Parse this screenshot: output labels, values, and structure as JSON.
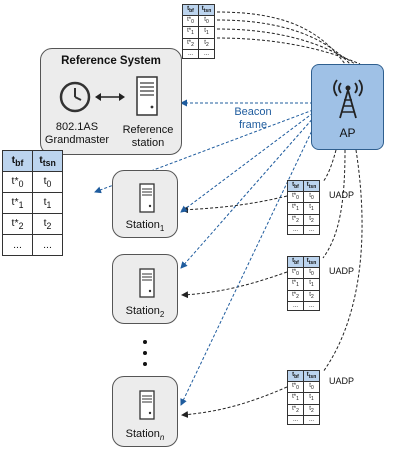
{
  "reference_system": {
    "title": "Reference System",
    "grandmaster_label": "802.1AS Grandmaster",
    "station_label": "Reference station"
  },
  "ap": {
    "label": "AP"
  },
  "beacon_label": "Beacon frame",
  "uadp_label": "UADP",
  "stations": [
    {
      "name": "Station",
      "sub": "1"
    },
    {
      "name": "Station",
      "sub": "2"
    },
    {
      "name": "Station",
      "sub": "n"
    }
  ],
  "table": {
    "headers": [
      {
        "base": "t",
        "sub": "bf"
      },
      {
        "base": "t",
        "sub": "tsn"
      }
    ],
    "rows": [
      [
        {
          "base": "t*",
          "sub": "0"
        },
        {
          "base": "t",
          "sub": "0"
        }
      ],
      [
        {
          "base": "t*",
          "sub": "1"
        },
        {
          "base": "t",
          "sub": "1"
        }
      ],
      [
        {
          "base": "t*",
          "sub": "2"
        },
        {
          "base": "t",
          "sub": "2"
        }
      ],
      [
        {
          "base": "...",
          "sub": ""
        },
        {
          "base": "...",
          "sub": ""
        }
      ]
    ]
  },
  "colors": {
    "ap_fill": "#9fc1e6",
    "beacon_line": "#1f5c9e",
    "box_fill": "#ececec"
  }
}
